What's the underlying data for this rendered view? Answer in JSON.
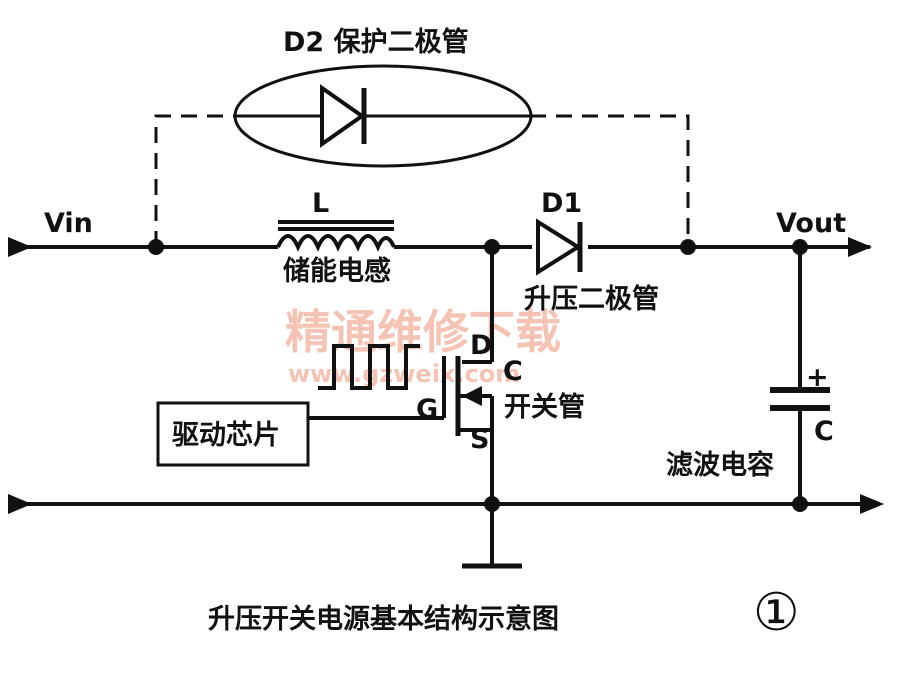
{
  "diagram": {
    "title": "升压开关电源基本结构示意图",
    "figure_number": "①",
    "labels": {
      "vin": "Vin",
      "vout": "Vout",
      "inductor_symbol": "L",
      "inductor_name": "储能电感",
      "d1_symbol": "D1",
      "d1_name": "升压二极管",
      "d2_title": "D2  保护二极管",
      "switch_d": "D",
      "switch_g": "G",
      "switch_s": "S",
      "switch_name": "开关管",
      "driver": "驱动芯片",
      "cap_plus": "+",
      "cap_symbol": "C",
      "cap_name": "滤波电容"
    },
    "watermark": {
      "text": "精通维修下载",
      "url": "www.gzweix.com",
      "color": "#f3b9a8"
    },
    "colors": {
      "line": "#111111",
      "background": "#ffffff"
    }
  }
}
